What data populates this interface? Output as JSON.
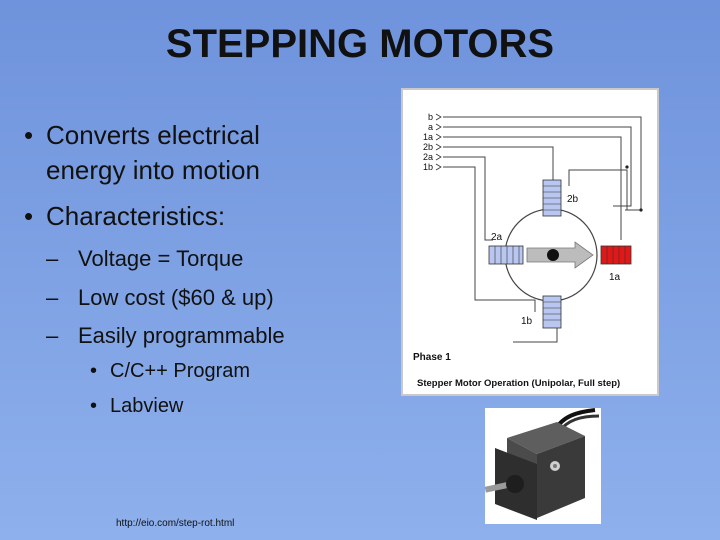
{
  "slide": {
    "title": "STEPPING MOTORS",
    "bullets": {
      "b1_line1": "Converts electrical",
      "b1_line2": "energy into motion",
      "b2": "Characteristics:",
      "sub1": "Voltage = Torque",
      "sub2": "Low cost ($60 & up)",
      "sub3": "Easily programmable",
      "subsub1": "C/C++ Program",
      "subsub2": "Labview"
    },
    "markers": {
      "level1": "•",
      "level2": "–",
      "level3": "•"
    }
  },
  "diagram": {
    "wire_labels": [
      "b",
      "a",
      "1a",
      "2b",
      "2a",
      "1b"
    ],
    "coil_labels": {
      "top": "2b",
      "left": "2a",
      "right": "1a",
      "bottom": "1b"
    },
    "phase_label": "Phase 1",
    "caption": "Stepper Motor Operation (Unipolar, Full step)",
    "colors": {
      "active_coil": "#e01818",
      "inactive_coil": "#b8c6f0",
      "rotor": "#bcbcbc"
    }
  },
  "footer": {
    "url": "http://eio.com/step-rot.html"
  }
}
